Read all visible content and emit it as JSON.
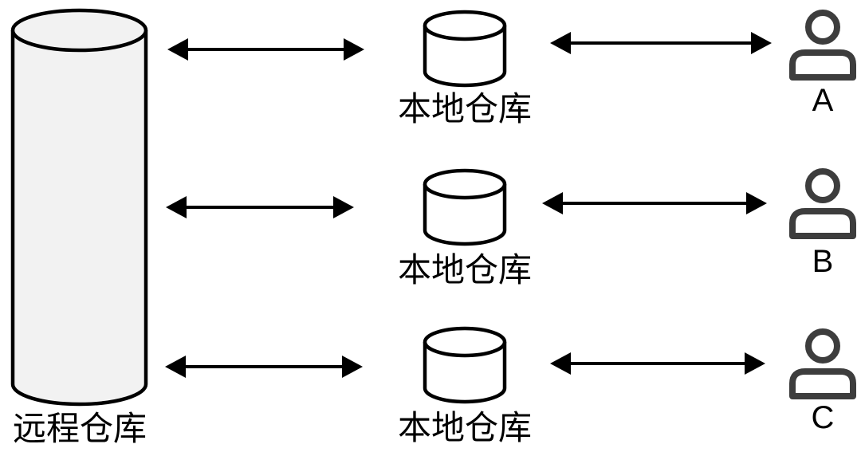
{
  "diagram": {
    "remote": {
      "label": "远程仓库",
      "icon": "database-cylinder-icon"
    },
    "rows": [
      {
        "local_label": "本地仓库",
        "user_label": "A",
        "local_icon": "database-cylinder-icon",
        "user_icon": "person-icon"
      },
      {
        "local_label": "本地仓库",
        "user_label": "B",
        "local_icon": "database-cylinder-icon",
        "user_icon": "person-icon"
      },
      {
        "local_label": "本地仓库",
        "user_label": "C",
        "local_icon": "database-cylinder-icon",
        "user_icon": "person-icon"
      }
    ],
    "connections": {
      "remote_local": "double-headed-arrow",
      "local_user": "double-headed-arrow"
    },
    "colors": {
      "background": "#ffffff",
      "outline": "#000000",
      "remote_cylinder_fill": "#f2f2f2",
      "local_cylinder_fill": "#ffffff",
      "person_icon_stroke": "#3d3d3d",
      "arrow": "#000000",
      "text": "#000000"
    }
  }
}
